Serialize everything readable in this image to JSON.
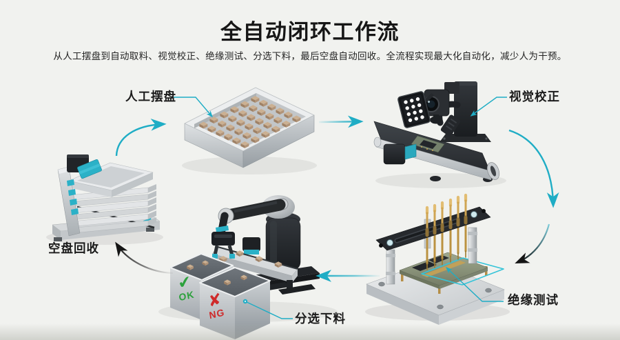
{
  "header": {
    "title": "全自动闭环工作流",
    "subtitle": "从人工摆盘到自动取料、视觉校正、绝缘测试、分选下料，最后空盘自动回收。全流程实现最大化自动化，减少人为干预。"
  },
  "stations": {
    "manual_tray": {
      "label": "人工摆盘"
    },
    "vision": {
      "label": "视觉校正"
    },
    "insulation": {
      "label": "绝缘测试"
    },
    "sorting": {
      "label": "分选下料",
      "bins": [
        {
          "mark": "✔",
          "label": "OK"
        },
        {
          "mark": "✘",
          "label": "NG"
        }
      ]
    },
    "recycle": {
      "label": "空盘回收"
    }
  },
  "colors": {
    "accent_teal": "#1fadc5",
    "ok_green": "#2ca13c",
    "ng_red": "#cf2b2b",
    "arrow_black": "#151515",
    "background": "#f1f2ef"
  }
}
